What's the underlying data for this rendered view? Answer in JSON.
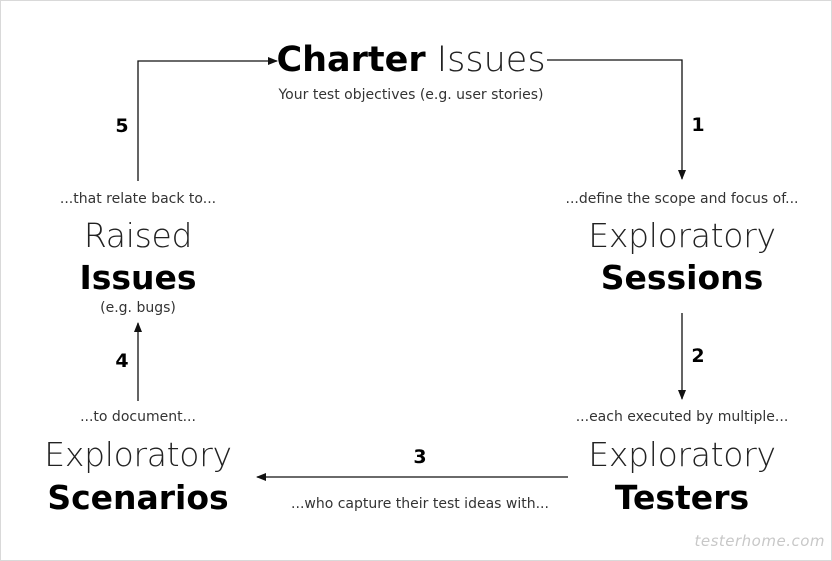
{
  "title": {
    "bold": "Charter",
    "light": "Issues",
    "subtitle": "Your test objectives (e.g. user stories)"
  },
  "nodes": {
    "sessions": {
      "caption": "...define the scope and focus of...",
      "line1": "Exploratory",
      "line2": "Sessions"
    },
    "testers": {
      "caption": "...each executed by multiple...",
      "line1": "Exploratory",
      "line2": "Testers"
    },
    "scenarios": {
      "caption": "...to document...",
      "line1": "Exploratory",
      "line2": "Scenarios"
    },
    "raised": {
      "caption": "...that relate back to...",
      "line1": "Raised",
      "line2": "Issues",
      "note": "(e.g. bugs)"
    }
  },
  "steps": {
    "s1": "1",
    "s2": "2",
    "s3": "3",
    "s4": "4",
    "s5": "5"
  },
  "connector_text": "...who capture their test ideas with...",
  "watermark": "testerhome.com",
  "colors": {
    "line": "#111111",
    "background": "#ffffff"
  }
}
